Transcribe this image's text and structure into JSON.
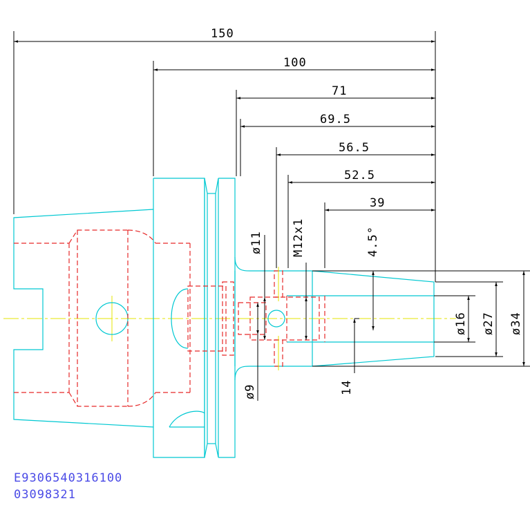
{
  "dimensions": {
    "len_150": "150",
    "len_100": "100",
    "len_71": "71",
    "len_69_5": "69.5",
    "len_56_5": "56.5",
    "len_52_5": "52.5",
    "len_39": "39",
    "dia_11": "ø11",
    "thread": "M12x1",
    "angle": "4.5°",
    "dia_16": "ø16",
    "dia_27": "ø27",
    "dia_34": "ø34",
    "dia_9": "ø9",
    "len_14": "14"
  },
  "part_numbers": {
    "line1": "E9306540316100",
    "line2": "03098321"
  },
  "colors": {
    "outline": "#00c8d2",
    "hidden": "#e62828",
    "centerline": "#e6e600",
    "dimension": "#000000",
    "code_text": "#4a4ae6"
  }
}
